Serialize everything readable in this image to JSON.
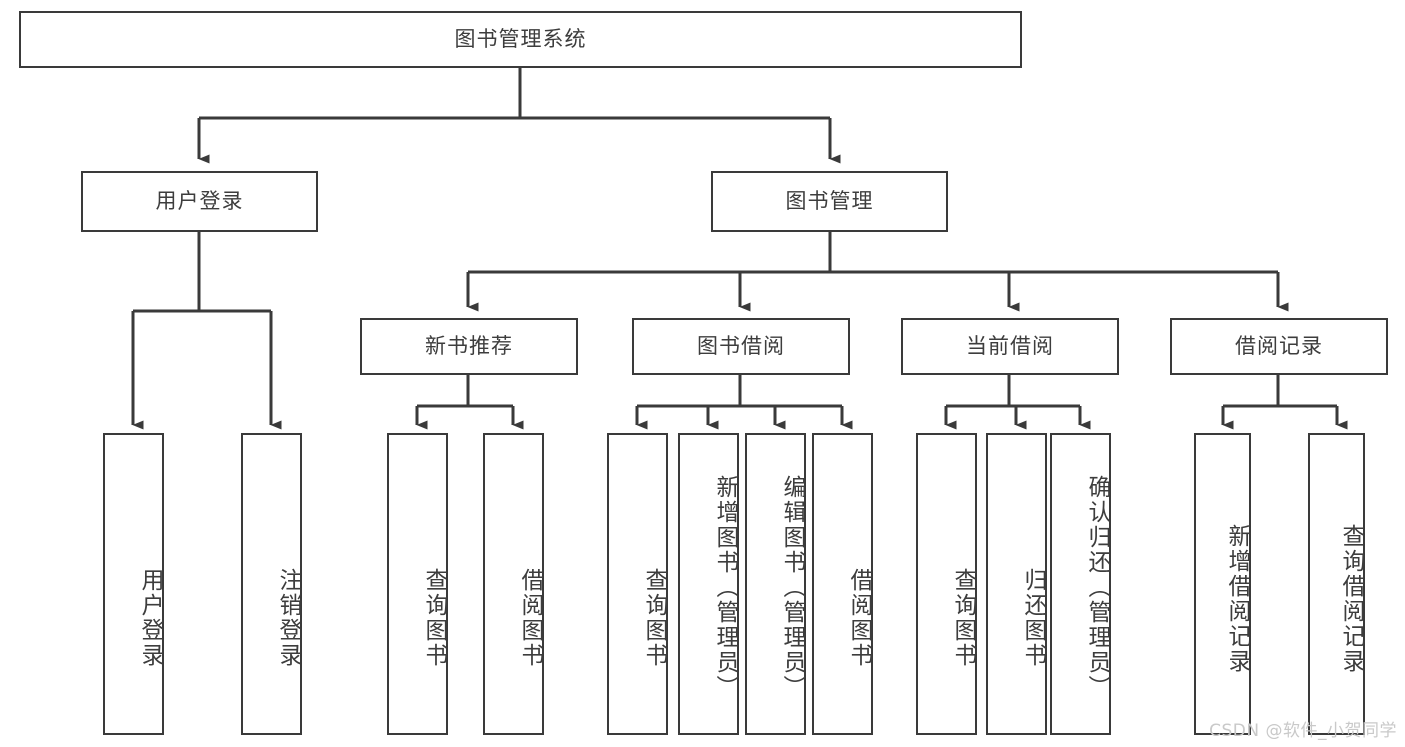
{
  "diagram": {
    "title": "图书管理系统",
    "type": "tree-hierarchy-diagram",
    "watermark": "CSDN @软件_小贺同学",
    "colors": {
      "border": "#3a3a3a",
      "text": "#3d3d3d",
      "background": "#ffffff",
      "watermark": "#c9c9c9"
    },
    "nodes": {
      "root": "图书管理系统",
      "level2": [
        {
          "label": "用户登录"
        },
        {
          "label": "图书管理"
        }
      ],
      "level3": [
        {
          "label": "新书推荐"
        },
        {
          "label": "图书借阅"
        },
        {
          "label": "当前借阅"
        },
        {
          "label": "借阅记录"
        }
      ],
      "leaves": {
        "user_login": [
          {
            "label": "用户登录"
          },
          {
            "label": "注销登录"
          }
        ],
        "new_book_recommend": [
          {
            "label": "查询图书"
          },
          {
            "label": "借阅图书"
          }
        ],
        "book_borrow": [
          {
            "label": "查询图书"
          },
          {
            "label": "新增图书（管理员）"
          },
          {
            "label": "编辑图书（管理员）"
          },
          {
            "label": "借阅图书"
          }
        ],
        "current_borrow": [
          {
            "label": "查询图书"
          },
          {
            "label": "归还图书"
          },
          {
            "label": "确认归还（管理员）"
          }
        ],
        "borrow_record": [
          {
            "label": "新增借阅记录"
          },
          {
            "label": "查询借阅记录"
          }
        ]
      }
    }
  }
}
